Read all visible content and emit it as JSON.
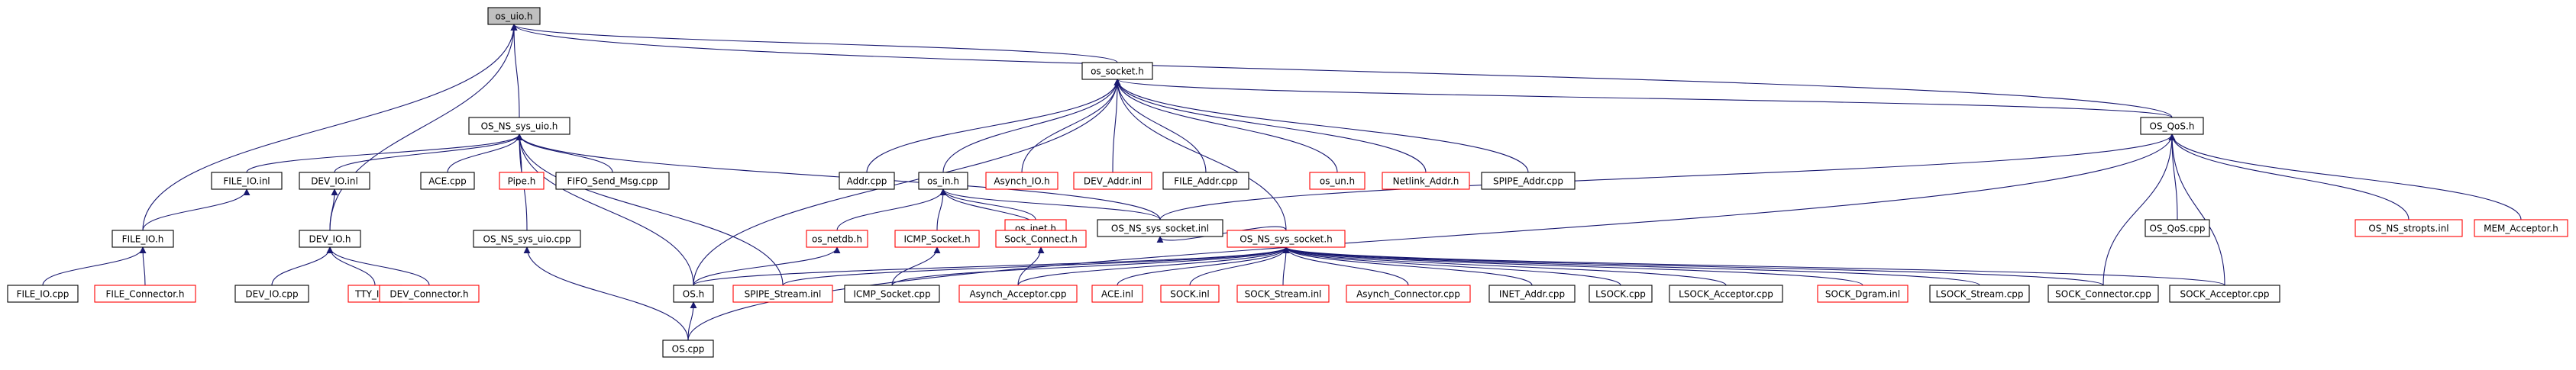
{
  "graph": {
    "arrow_color": "#191970",
    "root_fill": "#bfbfbf",
    "missing_border": "#ff0000",
    "nodes": [
      {
        "id": "os_uio_h",
        "label": "os_uio.h",
        "root": true,
        "missing": false
      },
      {
        "id": "os_socket_h",
        "label": "os_socket.h",
        "missing": false
      },
      {
        "id": "os_ns_sys_uio_h",
        "label": "OS_NS_sys_uio.h",
        "missing": false
      },
      {
        "id": "os_qos_h",
        "label": "OS_QoS.h",
        "missing": false
      },
      {
        "id": "addr_cpp",
        "label": "Addr.cpp",
        "missing": false
      },
      {
        "id": "os_in_h",
        "label": "os_in.h",
        "missing": false
      },
      {
        "id": "asynch_io_h",
        "label": "Asynch_IO.h",
        "missing": true
      },
      {
        "id": "dev_addr_inl",
        "label": "DEV_Addr.inl",
        "missing": true
      },
      {
        "id": "file_addr_cpp",
        "label": "FILE_Addr.cpp",
        "missing": false
      },
      {
        "id": "os_un_h",
        "label": "os_un.h",
        "missing": true
      },
      {
        "id": "netlink_addr_h",
        "label": "Netlink_Addr.h",
        "missing": true
      },
      {
        "id": "spipe_addr_cpp",
        "label": "SPIPE_Addr.cpp",
        "missing": false
      },
      {
        "id": "file_io_inl",
        "label": "FILE_IO.inl",
        "missing": false
      },
      {
        "id": "dev_io_inl",
        "label": "DEV_IO.inl",
        "missing": false
      },
      {
        "id": "ace_cpp",
        "label": "ACE.cpp",
        "missing": false
      },
      {
        "id": "pipe_h",
        "label": "Pipe.h",
        "missing": true
      },
      {
        "id": "fifo_send_msg_cpp",
        "label": "FIFO_Send_Msg.cpp",
        "missing": false
      },
      {
        "id": "os_inet_h",
        "label": "os_inet.h",
        "missing": true
      },
      {
        "id": "os_ns_sys_socket_inl",
        "label": "OS_NS_sys_socket.inl",
        "missing": false
      },
      {
        "id": "os_qos_cpp",
        "label": "OS_QoS.cpp",
        "missing": false
      },
      {
        "id": "os_ns_stropts_inl",
        "label": "OS_NS_stropts.inl",
        "missing": true
      },
      {
        "id": "mem_acceptor_h",
        "label": "MEM_Acceptor.h",
        "missing": true
      },
      {
        "id": "file_io_h",
        "label": "FILE_IO.h",
        "missing": false
      },
      {
        "id": "dev_io_h",
        "label": "DEV_IO.h",
        "missing": false
      },
      {
        "id": "os_ns_sys_uio_cpp",
        "label": "OS_NS_sys_uio.cpp",
        "missing": false
      },
      {
        "id": "os_netdb_h",
        "label": "os_netdb.h",
        "missing": true
      },
      {
        "id": "icmp_socket_h",
        "label": "ICMP_Socket.h",
        "missing": true
      },
      {
        "id": "sock_connect_h",
        "label": "Sock_Connect.h",
        "missing": true
      },
      {
        "id": "os_ns_sys_socket_h",
        "label": "OS_NS_sys_socket.h",
        "missing": true
      },
      {
        "id": "file_io_cpp",
        "label": "FILE_IO.cpp",
        "missing": false
      },
      {
        "id": "file_connector_h",
        "label": "FILE_Connector.h",
        "missing": true
      },
      {
        "id": "dev_io_cpp",
        "label": "DEV_IO.cpp",
        "missing": false
      },
      {
        "id": "tty_io_h",
        "label": "TTY_IO.h",
        "missing": true
      },
      {
        "id": "dev_connector_h",
        "label": "DEV_Connector.h",
        "missing": true
      },
      {
        "id": "os_h",
        "label": "OS.h",
        "missing": false
      },
      {
        "id": "spipe_stream_inl",
        "label": "SPIPE_Stream.inl",
        "missing": true
      },
      {
        "id": "icmp_socket_cpp",
        "label": "ICMP_Socket.cpp",
        "missing": false
      },
      {
        "id": "asynch_acceptor_cpp",
        "label": "Asynch_Acceptor.cpp",
        "missing": true
      },
      {
        "id": "ace_inl",
        "label": "ACE.inl",
        "missing": true
      },
      {
        "id": "sock_inl",
        "label": "SOCK.inl",
        "missing": true
      },
      {
        "id": "sock_stream_inl",
        "label": "SOCK_Stream.inl",
        "missing": true
      },
      {
        "id": "asynch_connector_cpp",
        "label": "Asynch_Connector.cpp",
        "missing": true
      },
      {
        "id": "inet_addr_cpp",
        "label": "INET_Addr.cpp",
        "missing": false
      },
      {
        "id": "lsock_cpp",
        "label": "LSOCK.cpp",
        "missing": false
      },
      {
        "id": "lsock_acceptor_cpp",
        "label": "LSOCK_Acceptor.cpp",
        "missing": false
      },
      {
        "id": "sock_dgram_inl",
        "label": "SOCK_Dgram.inl",
        "missing": true
      },
      {
        "id": "lsock_stream_cpp",
        "label": "LSOCK_Stream.cpp",
        "missing": false
      },
      {
        "id": "sock_connector_cpp",
        "label": "SOCK_Connector.cpp",
        "missing": false
      },
      {
        "id": "sock_acceptor_cpp",
        "label": "SOCK_Acceptor.cpp",
        "missing": false
      },
      {
        "id": "os_cpp",
        "label": "OS.cpp",
        "missing": false
      }
    ]
  }
}
